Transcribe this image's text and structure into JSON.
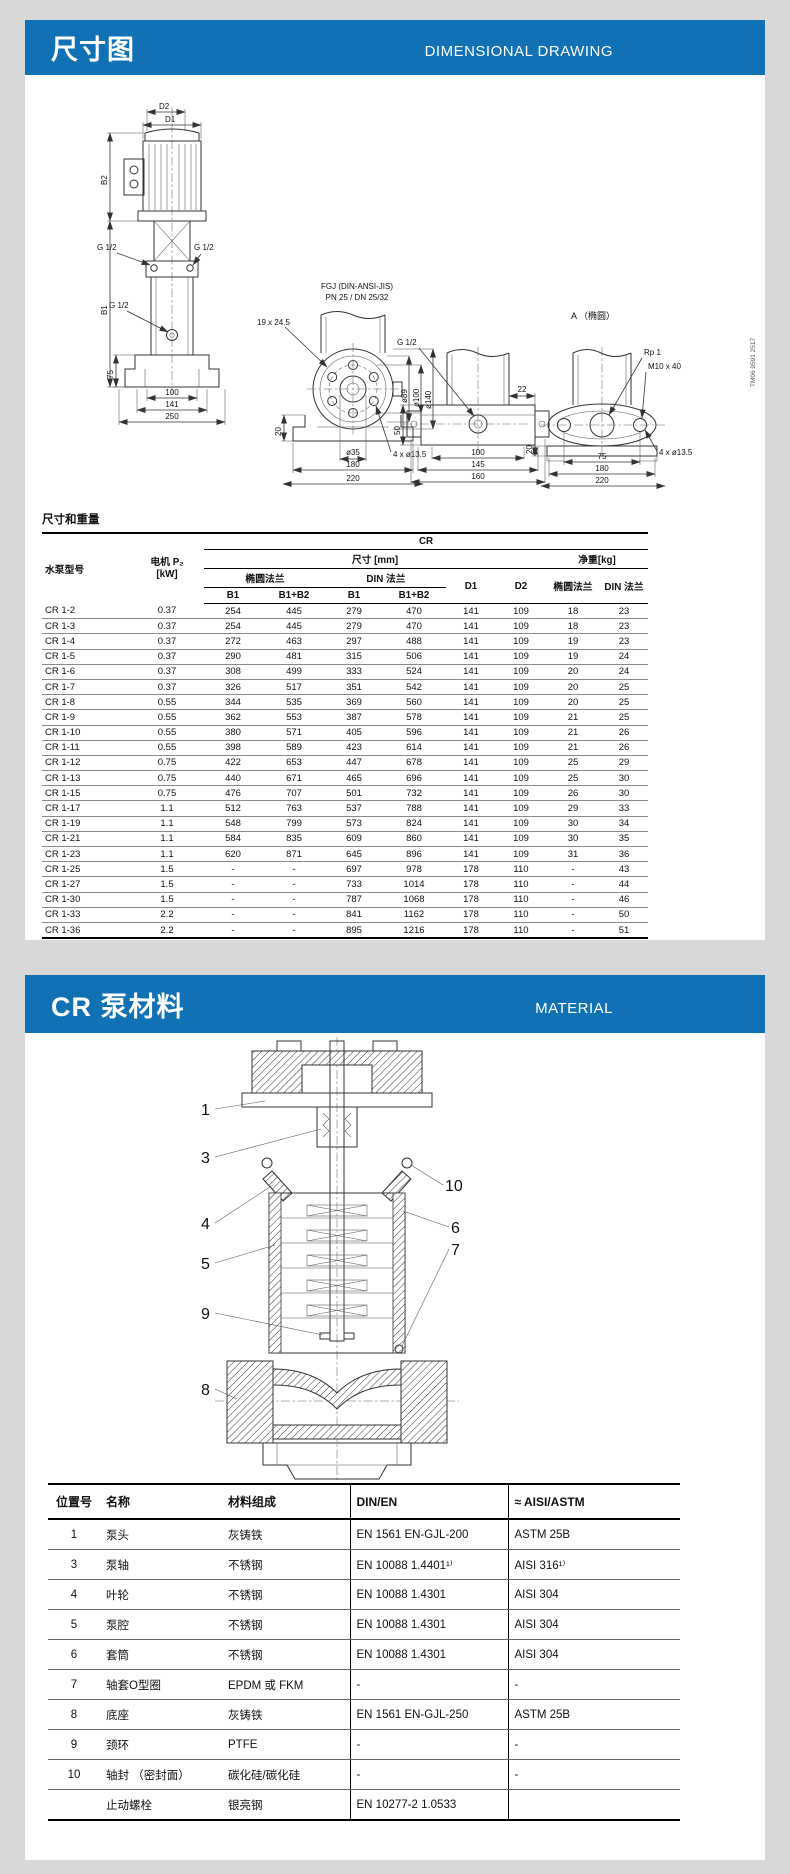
{
  "colors": {
    "accent_blue": "#1171b5",
    "page_bg": "#d8d8d8",
    "line": "#333333"
  },
  "s1": {
    "title_cn": "尺寸图",
    "title_en": "DIMENSIONAL DRAWING",
    "drawing": {
      "view1": {
        "d2": "D2",
        "d1": "D1",
        "b2": "B2",
        "b1": "B1",
        "g12_left": "G 1/2",
        "g12_right": "G 1/2",
        "g12_low": "G 1/2",
        "dim75": "75",
        "dim100": "100",
        "dim141": "141",
        "dim250": "250"
      },
      "view2": {
        "flange_title_1": "FGJ (DIN-ANSI-JIS)",
        "flange_title_2": "PN 25 / DN 25/32",
        "slot": "19 x 24.5",
        "dia89": "ø89",
        "dia100": "ø100",
        "dia140": "ø140",
        "dim20": "20",
        "dia35": "ø35",
        "bolt_holes": "4 x ø13.5",
        "dim180": "180",
        "dim220": "220"
      },
      "view3": {
        "g12": "G 1/2",
        "dim22": "22",
        "dim50": "50",
        "dim100": "100",
        "dim145": "145",
        "dim160": "160"
      },
      "view4": {
        "view_title": "A （椭圆）",
        "rp1": "Rp 1",
        "m10": "M10 x 40",
        "dim20": "20",
        "dim75": "75",
        "dim180": "180",
        "dim220": "220",
        "bolt_holes": "4 x ø13.5"
      },
      "doc_code": "TM06 9591 2517"
    },
    "table": {
      "caption": "尺寸和重量",
      "head": {
        "model": "水泵型号",
        "power_l1": "电机 P₂",
        "power_l2": "[kW]",
        "group": "CR",
        "size": "尺寸 [mm]",
        "weight": "净重[kg]",
        "oval": "椭圆法兰",
        "din": "DIN 法兰",
        "b1": "B1",
        "b1b2": "B1+B2",
        "d1": "D1",
        "d2": "D2"
      },
      "rows": [
        [
          "CR 1-2",
          "0.37",
          "254",
          "445",
          "279",
          "470",
          "141",
          "109",
          "18",
          "23"
        ],
        [
          "CR 1-3",
          "0.37",
          "254",
          "445",
          "279",
          "470",
          "141",
          "109",
          "18",
          "23"
        ],
        [
          "CR 1-4",
          "0.37",
          "272",
          "463",
          "297",
          "488",
          "141",
          "109",
          "19",
          "23"
        ],
        [
          "CR 1-5",
          "0.37",
          "290",
          "481",
          "315",
          "506",
          "141",
          "109",
          "19",
          "24"
        ],
        [
          "CR 1-6",
          "0.37",
          "308",
          "499",
          "333",
          "524",
          "141",
          "109",
          "20",
          "24"
        ],
        [
          "CR 1-7",
          "0.37",
          "326",
          "517",
          "351",
          "542",
          "141",
          "109",
          "20",
          "25"
        ],
        [
          "CR 1-8",
          "0.55",
          "344",
          "535",
          "369",
          "560",
          "141",
          "109",
          "20",
          "25"
        ],
        [
          "CR 1-9",
          "0.55",
          "362",
          "553",
          "387",
          "578",
          "141",
          "109",
          "21",
          "25"
        ],
        [
          "CR 1-10",
          "0.55",
          "380",
          "571",
          "405",
          "596",
          "141",
          "109",
          "21",
          "26"
        ],
        [
          "CR 1-11",
          "0.55",
          "398",
          "589",
          "423",
          "614",
          "141",
          "109",
          "21",
          "26"
        ],
        [
          "CR 1-12",
          "0.75",
          "422",
          "653",
          "447",
          "678",
          "141",
          "109",
          "25",
          "29"
        ],
        [
          "CR 1-13",
          "0.75",
          "440",
          "671",
          "465",
          "696",
          "141",
          "109",
          "25",
          "30"
        ],
        [
          "CR 1-15",
          "0.75",
          "476",
          "707",
          "501",
          "732",
          "141",
          "109",
          "26",
          "30"
        ],
        [
          "CR 1-17",
          "1.1",
          "512",
          "763",
          "537",
          "788",
          "141",
          "109",
          "29",
          "33"
        ],
        [
          "CR 1-19",
          "1.1",
          "548",
          "799",
          "573",
          "824",
          "141",
          "109",
          "30",
          "34"
        ],
        [
          "CR 1-21",
          "1.1",
          "584",
          "835",
          "609",
          "860",
          "141",
          "109",
          "30",
          "35"
        ],
        [
          "CR 1-23",
          "1.1",
          "620",
          "871",
          "645",
          "896",
          "141",
          "109",
          "31",
          "36"
        ],
        [
          "CR 1-25",
          "1.5",
          "-",
          "-",
          "697",
          "978",
          "178",
          "110",
          "-",
          "43"
        ],
        [
          "CR 1-27",
          "1.5",
          "-",
          "-",
          "733",
          "1014",
          "178",
          "110",
          "-",
          "44"
        ],
        [
          "CR 1-30",
          "1.5",
          "-",
          "-",
          "787",
          "1068",
          "178",
          "110",
          "-",
          "46"
        ],
        [
          "CR 1-33",
          "2.2",
          "-",
          "-",
          "841",
          "1162",
          "178",
          "110",
          "-",
          "50"
        ],
        [
          "CR 1-36",
          "2.2",
          "-",
          "-",
          "895",
          "1216",
          "178",
          "110",
          "-",
          "51"
        ]
      ]
    }
  },
  "s2": {
    "title_cn": "CR 泵材料",
    "title_en": "MATERIAL",
    "callouts": {
      "c1": "1",
      "c3": "3",
      "c4": "4",
      "c5": "5",
      "c6": "6",
      "c7": "7",
      "c8": "8",
      "c9": "9",
      "c10": "10"
    },
    "table": {
      "headers": [
        "位置号",
        "名称",
        "材料组成",
        "DIN/EN",
        "≈ AISI/ASTM"
      ],
      "rows": [
        [
          "1",
          "泵头",
          "灰铸铁",
          "EN 1561 EN-GJL-200",
          "ASTM 25B"
        ],
        [
          "3",
          "泵轴",
          "不锈钢",
          "EN 10088 1.4401¹⁾",
          "AISI 316¹⁾"
        ],
        [
          "4",
          "叶轮",
          "不锈钢",
          "EN 10088 1.4301",
          "AISI 304"
        ],
        [
          "5",
          "泵腔",
          "不锈钢",
          "EN 10088 1.4301",
          "AISI 304"
        ],
        [
          "6",
          "套筒",
          "不锈钢",
          "EN 10088 1.4301",
          "AISI 304"
        ],
        [
          "7",
          "轴套O型圈",
          "EPDM 或 FKM",
          "-",
          "-"
        ],
        [
          "8",
          "底座",
          "灰铸铁",
          "EN 1561 EN-GJL-250",
          "ASTM 25B"
        ],
        [
          "9",
          "颈环",
          "PTFE",
          "-",
          "-"
        ],
        [
          "10",
          "轴封 （密封面）",
          "碳化硅/碳化硅",
          "-",
          "-"
        ],
        [
          "",
          "止动螺栓",
          "银亮钢",
          "EN 10277-2 1.0533",
          ""
        ]
      ]
    }
  }
}
